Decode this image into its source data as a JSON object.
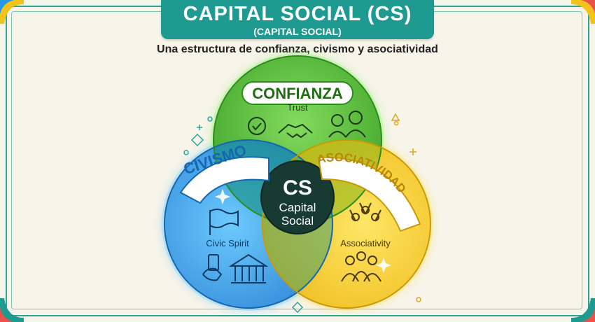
{
  "header": {
    "title": "CAPITAL SOCIAL (CS)",
    "subtitle": "(CAPITAL SOCIAL)",
    "tagline": "Una estructura de confianza, civismo y asociatividad"
  },
  "circles": {
    "confianza": {
      "title": "CONFIANZA",
      "subtitle": "Trust",
      "color": "#43b52b"
    },
    "civismo": {
      "title": "CIVISMO",
      "subtitle": "Civic Spirit",
      "color": "#2a96e6"
    },
    "asociatividad": {
      "title": "ASOCIATIVIDAD",
      "subtitle": "Associativity",
      "color": "#f2c318"
    }
  },
  "center": {
    "abbr": "CS",
    "line1": "Capital",
    "line2": "Social",
    "color": "#173a33"
  },
  "icons": [
    "check-icon",
    "handshake-icon",
    "people-icon",
    "flag-icon",
    "hand-vote-icon",
    "government-building-icon",
    "group-hands-up-icon",
    "community-icon"
  ],
  "accent": "#1e9a91"
}
